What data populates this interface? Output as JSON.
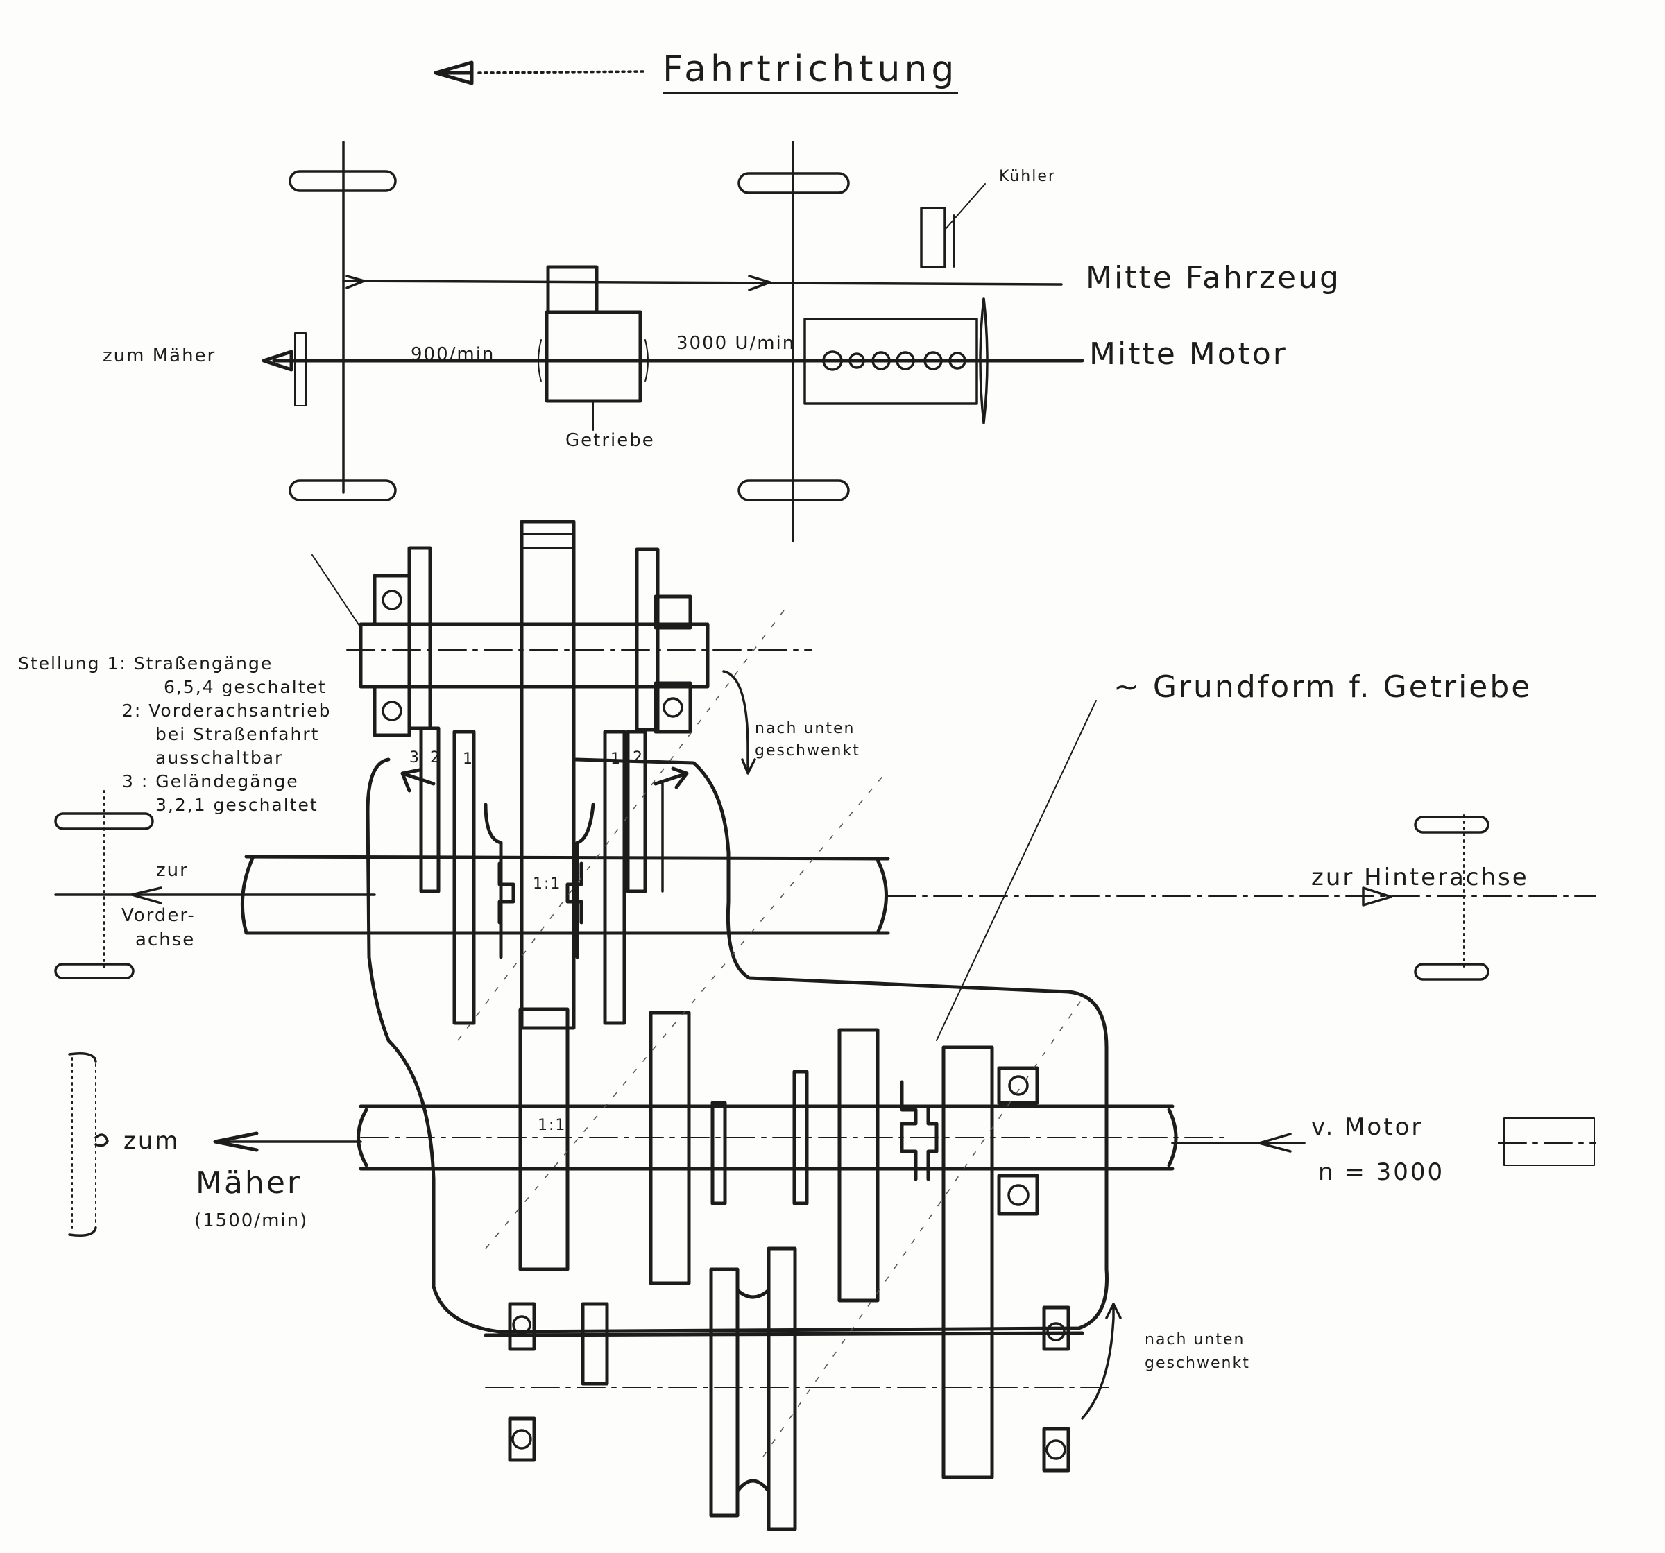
{
  "diagram": {
    "title": "Fahrtrichtung",
    "title_arrow": "direction-of-travel arrow pointing left",
    "top_view": {
      "labels": {
        "radiator": "Kühler",
        "vehicle_center": "Mitte Fahrzeug",
        "motor_center": "Mitte Motor",
        "to_mower": "zum Mäher",
        "pto_speed": "900/min",
        "engine_speed": "3000 U/min",
        "gearbox": "Getriebe"
      }
    },
    "gearbox_section": {
      "basic_shape_label": "~ Grundform f. Getriebe",
      "swivel_note_top": [
        "nach unten",
        "geschwenkt"
      ],
      "swivel_note_bottom": [
        "nach unten",
        "geschwenkt"
      ],
      "shift_positions": [
        {
          "line1": "Stellung 1: Straßengänge",
          "line2": "6,5,4 geschaltet"
        },
        {
          "line1": "2: Vorderachsantrieb",
          "line2": "bei Straßenfahrt",
          "line3": "ausschaltbar"
        },
        {
          "line1": "3 : Geländegänge",
          "line2": "3,2,1 geschaltet"
        }
      ],
      "gear_marks_left": [
        "3",
        "2",
        "1"
      ],
      "gear_marks_right": [
        "1",
        "2"
      ],
      "ratio_upper": "1:1",
      "ratio_lower": "1:1",
      "to_front_axle": [
        "zur",
        "Vorder-",
        "achse"
      ],
      "to_rear_axle": "zur Hinterachse",
      "to_mower": [
        "zum",
        "Mäher",
        "(1500/min)"
      ],
      "from_motor": [
        "v. Motor",
        "n = 3000"
      ]
    }
  }
}
